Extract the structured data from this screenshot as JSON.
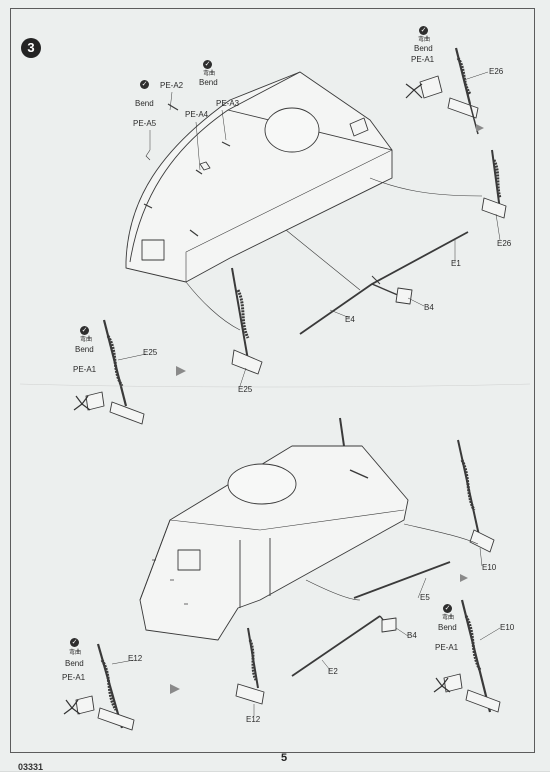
{
  "step": {
    "number": "3"
  },
  "bend": {
    "zh": "弯曲",
    "en": "Bend"
  },
  "parts": {
    "pe_a1": "PE-A1",
    "pe_a2": "PE-A2",
    "pe_a3": "PE-A3",
    "pe_a4": "PE-A4",
    "pe_a5": "PE-A5",
    "e1": "E1",
    "e2": "E2",
    "e4": "E4",
    "e5": "E5",
    "e10": "E10",
    "e12": "E12",
    "e25": "E25",
    "e26": "E26",
    "b4": "B4"
  },
  "footer": {
    "page_number": "5",
    "code": "03331"
  },
  "icons": {
    "check": "check-circle-icon",
    "rotate": "rotate-arrows-icon",
    "arrow": "arrow-right-icon"
  }
}
